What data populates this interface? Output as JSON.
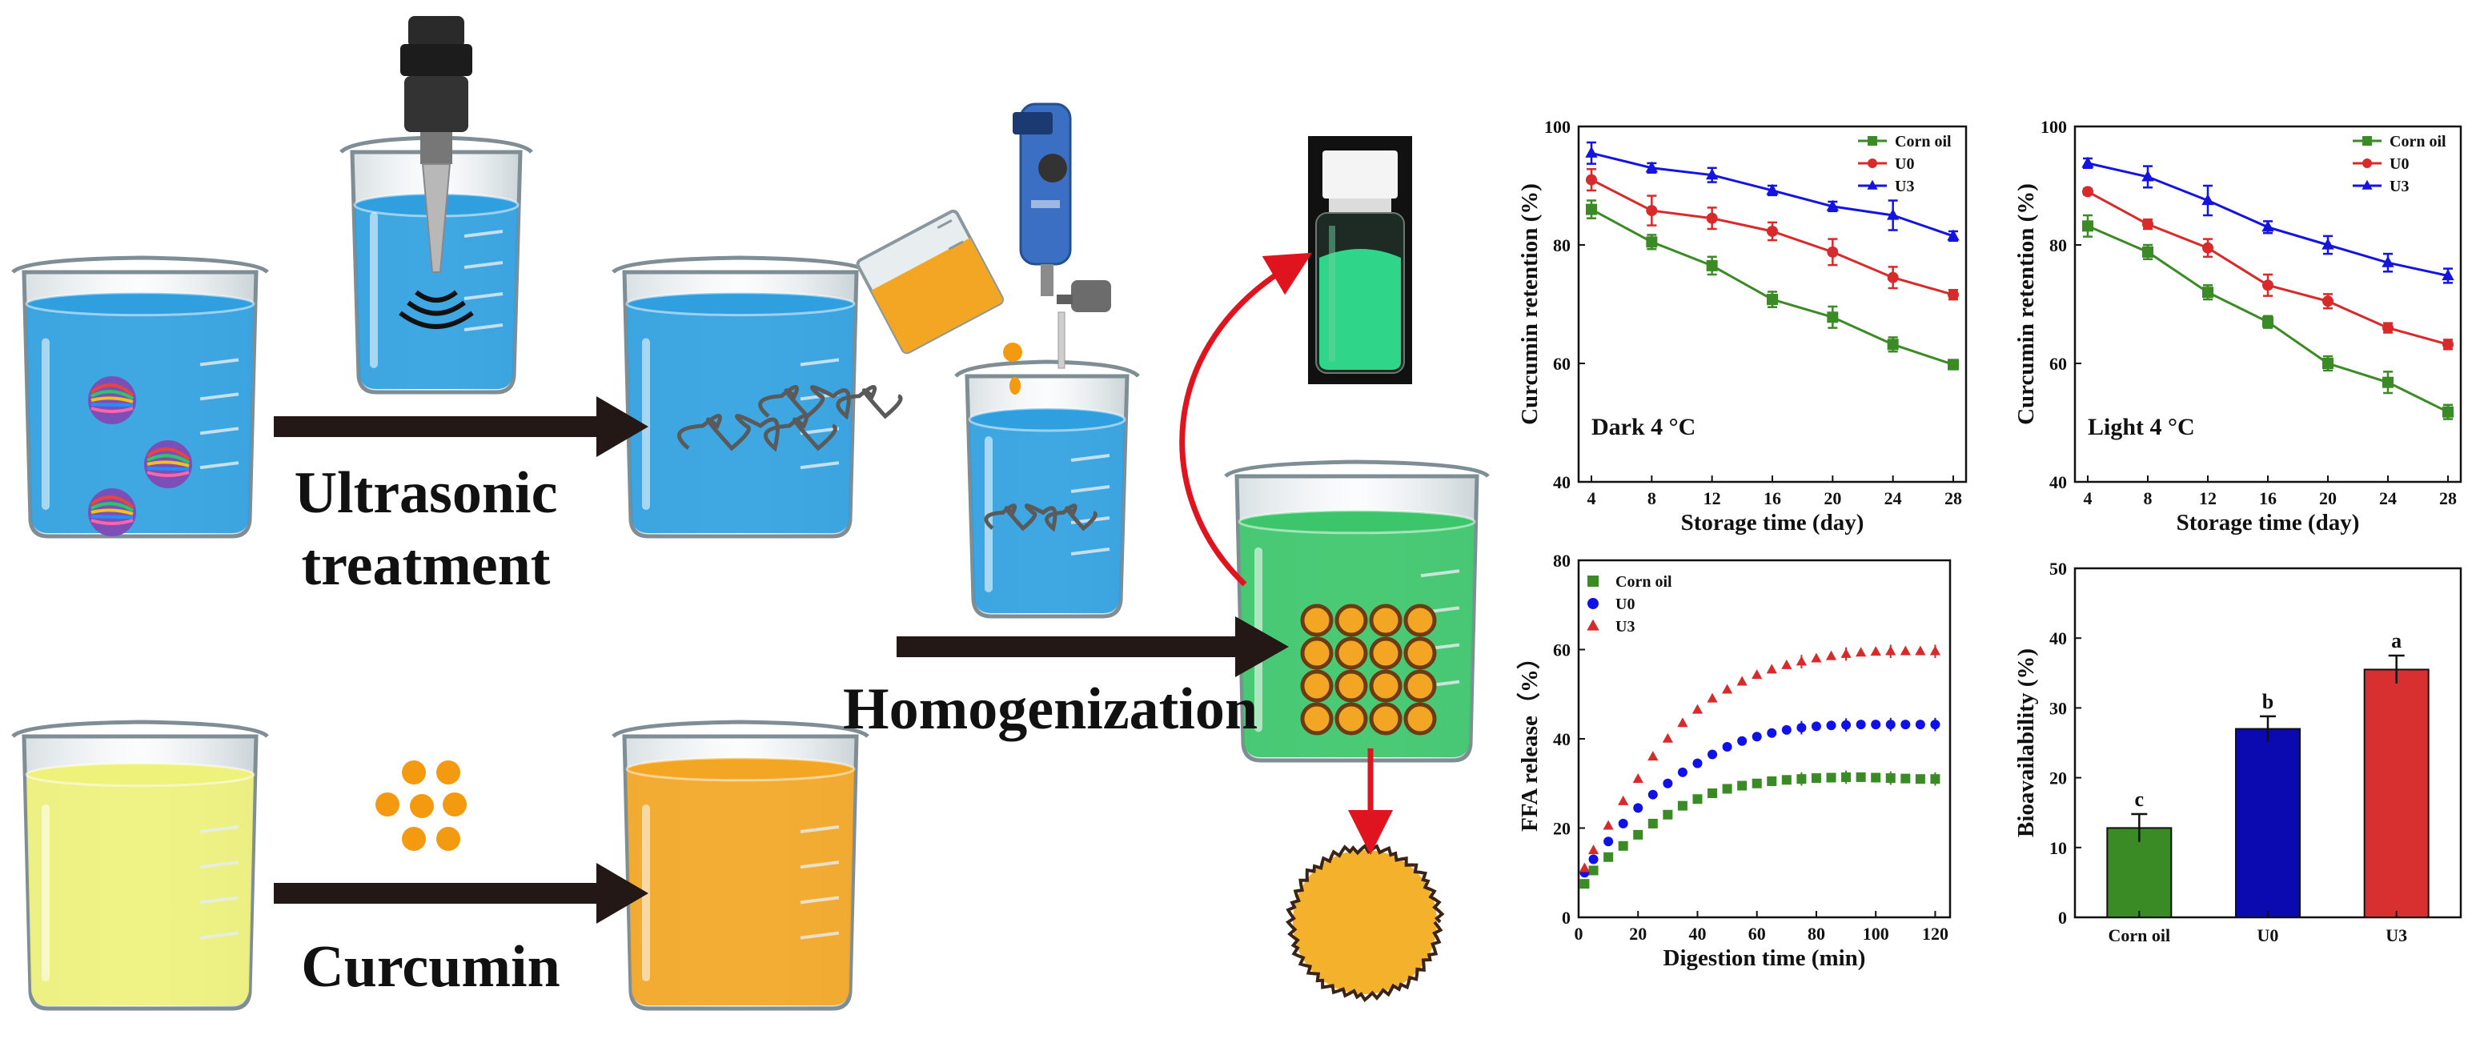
{
  "labels": {
    "ultrasonic_line1": "Ultrasonic",
    "ultrasonic_line2": "treatment",
    "curcumin": "Curcumin",
    "homogenization": "Homogenization"
  },
  "colors": {
    "blue_liquid": "#2f9fe0",
    "yellow_liquid": "#eef17a",
    "orange_liquid": "#f3a623",
    "green_liquid": "#3cc56a",
    "arrow_dark": "#231815",
    "arrow_red": "#e0141e",
    "corn_oil": "#3a8a25",
    "u0": "#d82a2a",
    "u0_ffa": "#1010e8",
    "u3": "#1414e0",
    "u3_ffa": "#d82a2a"
  },
  "chart_data": [
    {
      "type": "line",
      "annotation": "Dark  4 °C",
      "xlabel": "Storage time (day)",
      "ylabel": "Curcumin retention (%)",
      "xlim": [
        4,
        28
      ],
      "ylim": [
        40,
        100
      ],
      "xticks": [
        4,
        8,
        12,
        16,
        20,
        24,
        28
      ],
      "yticks": [
        40,
        60,
        80,
        100
      ],
      "legend_position": "top-right",
      "x": [
        4,
        8,
        12,
        16,
        20,
        24,
        28
      ],
      "series": [
        {
          "name": "Corn oil",
          "marker": "square",
          "color": "#3a8a25",
          "values": [
            86,
            80.5,
            76.5,
            70.8,
            67.8,
            63.2,
            59.8
          ],
          "err": [
            1.5,
            1.2,
            1.5,
            1.3,
            1.8,
            1.2,
            0.8
          ]
        },
        {
          "name": "U0",
          "marker": "circle",
          "color": "#d82a2a",
          "values": [
            91,
            85.8,
            84.5,
            82.3,
            78.8,
            74.5,
            71.6
          ],
          "err": [
            1.8,
            2.5,
            1.8,
            1.5,
            2.2,
            1.8,
            0.8
          ]
        },
        {
          "name": "U3",
          "marker": "triangle",
          "color": "#1414e0",
          "values": [
            95.5,
            93,
            91.8,
            89.2,
            86.5,
            85,
            81.5
          ],
          "err": [
            1.8,
            0.8,
            1.2,
            0.8,
            0.8,
            2.5,
            0.8
          ]
        }
      ]
    },
    {
      "type": "line",
      "annotation": "Light  4 °C",
      "xlabel": "Storage time (day)",
      "ylabel": "Curcumin retention (%)",
      "xlim": [
        4,
        28
      ],
      "ylim": [
        40,
        100
      ],
      "xticks": [
        4,
        8,
        12,
        16,
        20,
        24,
        28
      ],
      "yticks": [
        40,
        60,
        80,
        100
      ],
      "legend_position": "top-right",
      "x": [
        4,
        8,
        12,
        16,
        20,
        24,
        28
      ],
      "series": [
        {
          "name": "Corn oil",
          "marker": "square",
          "color": "#3a8a25",
          "values": [
            83.2,
            78.8,
            72,
            67,
            60,
            56.8,
            51.8
          ],
          "err": [
            1.8,
            1.2,
            1.2,
            1,
            1.2,
            1.8,
            1.2
          ]
        },
        {
          "name": "U0",
          "marker": "circle",
          "color": "#d82a2a",
          "values": [
            89,
            83.5,
            79.5,
            73.2,
            70.5,
            66,
            63.2
          ],
          "err": [
            0.5,
            0.8,
            1.5,
            1.8,
            1.2,
            0.8,
            0.8
          ]
        },
        {
          "name": "U3",
          "marker": "triangle",
          "color": "#1414e0",
          "values": [
            93.8,
            91.5,
            87.5,
            83,
            80,
            77,
            74.8
          ],
          "err": [
            0.8,
            1.8,
            2.5,
            1,
            1.5,
            1.5,
            1.2
          ]
        }
      ]
    },
    {
      "type": "scatter",
      "xlabel": "Digestion time (min)",
      "ylabel": "FFA release（%）",
      "xlim": [
        0,
        125
      ],
      "ylim": [
        0,
        80
      ],
      "xticks": [
        0,
        20,
        40,
        60,
        80,
        100,
        120
      ],
      "yticks": [
        0,
        20,
        40,
        60,
        80
      ],
      "legend_position": "top-left",
      "x": [
        2,
        5,
        10,
        15,
        20,
        25,
        30,
        35,
        40,
        45,
        50,
        55,
        60,
        65,
        70,
        75,
        80,
        85,
        90,
        95,
        100,
        105,
        110,
        115,
        120
      ],
      "series": [
        {
          "name": "Corn oil",
          "marker": "square",
          "color": "#3a8a25",
          "values": [
            7.5,
            10.5,
            13.5,
            16,
            18.5,
            21,
            23,
            25,
            26.5,
            27.8,
            28.8,
            29.5,
            30,
            30.5,
            30.8,
            31,
            31.2,
            31.3,
            31.4,
            31.4,
            31.3,
            31.2,
            31.1,
            31,
            31
          ]
        },
        {
          "name": "U0",
          "marker": "circle",
          "color": "#1010e8",
          "values": [
            10,
            13,
            17,
            21,
            24.5,
            27.5,
            30,
            32.5,
            34.5,
            36.5,
            38.2,
            39.5,
            40.5,
            41.3,
            42,
            42.5,
            42.8,
            43,
            43.1,
            43.2,
            43.2,
            43.2,
            43.2,
            43.2,
            43.2
          ]
        },
        {
          "name": "U3",
          "marker": "triangle",
          "color": "#d82a2a",
          "values": [
            11,
            15,
            20.5,
            26,
            31,
            36,
            40,
            43.5,
            46.5,
            49,
            51,
            52.8,
            54.3,
            55.5,
            56.5,
            57.3,
            58,
            58.5,
            59,
            59.3,
            59.5,
            59.6,
            59.6,
            59.6,
            59.6
          ]
        }
      ]
    },
    {
      "type": "bar",
      "xlabel": "",
      "ylabel": "Bioavailability (%)",
      "ylim": [
        0,
        50
      ],
      "yticks": [
        0,
        10,
        20,
        30,
        40,
        50
      ],
      "categories": [
        "Corn oil",
        "U0",
        "U3"
      ],
      "values": [
        12.8,
        27,
        35.5
      ],
      "errors": [
        2,
        1.8,
        2
      ],
      "letters": [
        "c",
        "b",
        "a"
      ],
      "colors": [
        "#3a8a25",
        "#0a0ab0",
        "#d83030"
      ]
    }
  ]
}
